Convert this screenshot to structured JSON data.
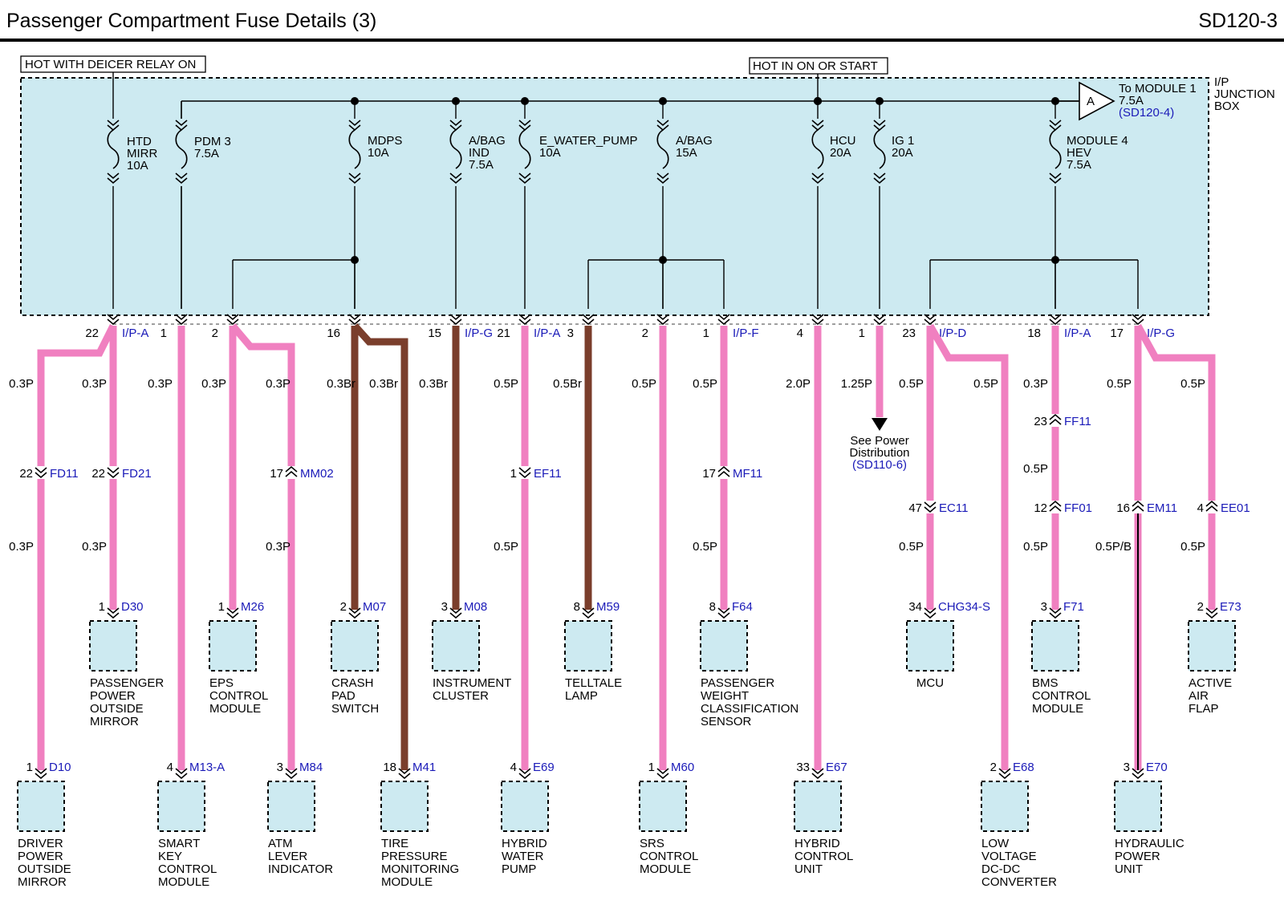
{
  "header": {
    "title": "Passenger Compartment Fuse Details (3)",
    "code": "SD120-3"
  },
  "hot_labels": {
    "deicer": "HOT WITH DEICER RELAY ON",
    "on_start": "HOT IN ON OR START"
  },
  "junction_box": {
    "lines": [
      "I/P",
      "JUNCTION",
      "BOX"
    ]
  },
  "module_ref": {
    "letter": "A",
    "lines": [
      "To MODULE 1",
      "7.5A",
      "(SD120-4)"
    ]
  },
  "colors": {
    "pink": "#f080c0",
    "brown": "#7a3e2c",
    "box": "#cdeaf1"
  },
  "fuses": [
    {
      "lines": [
        "HTD",
        "MIRR",
        "10A"
      ]
    },
    {
      "lines": [
        "PDM 3",
        "7.5A"
      ]
    },
    {
      "lines": [
        "MDPS",
        "10A"
      ]
    },
    {
      "lines": [
        "A/BAG",
        "IND",
        "7.5A"
      ]
    },
    {
      "lines": [
        "E_WATER_PUMP",
        "10A"
      ]
    },
    {
      "lines": [
        "A/BAG",
        "15A"
      ]
    },
    {
      "lines": [
        "HCU",
        "20A"
      ]
    },
    {
      "lines": [
        "IG 1",
        "20A"
      ]
    },
    {
      "lines": [
        "MODULE 4",
        "HEV",
        "7.5A"
      ]
    }
  ],
  "box_connectors": [
    {
      "pin": "22",
      "conn": "I/P-A"
    },
    {
      "pin": "1",
      "conn": ""
    },
    {
      "pin": "2",
      "conn": ""
    },
    {
      "pin": "16",
      "conn": ""
    },
    {
      "pin": "15",
      "conn": "I/P-G"
    },
    {
      "pin": "21",
      "conn": "I/P-A"
    },
    {
      "pin": "3",
      "conn": ""
    },
    {
      "pin": "2",
      "conn": ""
    },
    {
      "pin": "1",
      "conn": "I/P-F"
    },
    {
      "pin": "4",
      "conn": ""
    },
    {
      "pin": "1",
      "conn": ""
    },
    {
      "pin": "23",
      "conn": "I/P-D"
    },
    {
      "pin": "18",
      "conn": "I/P-A"
    },
    {
      "pin": "17",
      "conn": "I/P-G"
    }
  ],
  "wires": [
    "0.3P",
    "0.3P",
    "0.3P",
    "0.3P",
    "0.3P",
    "0.3Br",
    "0.3Br",
    "0.3Br",
    "0.5P",
    "0.5Br",
    "0.5P",
    "0.5P",
    "2.0P",
    "1.25P",
    "0.5P",
    "0.5P",
    "0.3P",
    "0.5P",
    "0.5P",
    "0.3P",
    "0.3P",
    "0.3P",
    "0.5P",
    "0.5P",
    "0.5P",
    "0.5P",
    "0.5P",
    "0.5P",
    "0.5P/B",
    "0.5P"
  ],
  "inline_connectors": [
    {
      "pin": "22",
      "conn": "FD11"
    },
    {
      "pin": "22",
      "conn": "FD21"
    },
    {
      "pin": "17",
      "conn": "MM02"
    },
    {
      "pin": "1",
      "conn": "EF11"
    },
    {
      "pin": "17",
      "conn": "MF11"
    },
    {
      "pin": "23",
      "conn": "FF11"
    },
    {
      "pin": "47",
      "conn": "EC11"
    },
    {
      "pin": "12",
      "conn": "FF01"
    },
    {
      "pin": "16",
      "conn": "EM11"
    },
    {
      "pin": "4",
      "conn": "EE01"
    }
  ],
  "power_dist": {
    "lines": [
      "See Power",
      "Distribution",
      "(SD110-6)"
    ]
  },
  "components": [
    {
      "pin": "1",
      "conn": "D30",
      "lines": [
        "PASSENGER",
        "POWER",
        "OUTSIDE",
        "MIRROR"
      ]
    },
    {
      "pin": "1",
      "conn": "M26",
      "lines": [
        "EPS",
        "CONTROL",
        "MODULE"
      ]
    },
    {
      "pin": "2",
      "conn": "M07",
      "lines": [
        "CRASH",
        "PAD",
        "SWITCH"
      ]
    },
    {
      "pin": "3",
      "conn": "M08",
      "lines": [
        "INSTRUMENT",
        "CLUSTER"
      ]
    },
    {
      "pin": "8",
      "conn": "M59",
      "lines": [
        "TELLTALE",
        "LAMP"
      ]
    },
    {
      "pin": "8",
      "conn": "F64",
      "lines": [
        "PASSENGER",
        "WEIGHT",
        "CLASSIFICATION",
        "SENSOR"
      ]
    },
    {
      "pin": "34",
      "conn": "CHG34-S",
      "lines": [
        "MCU"
      ]
    },
    {
      "pin": "3",
      "conn": "F71",
      "lines": [
        "BMS",
        "CONTROL",
        "MODULE"
      ]
    },
    {
      "pin": "2",
      "conn": "E73",
      "lines": [
        "ACTIVE",
        "AIR",
        "FLAP"
      ]
    },
    {
      "pin": "1",
      "conn": "D10",
      "lines": [
        "DRIVER",
        "POWER",
        "OUTSIDE",
        "MIRROR"
      ]
    },
    {
      "pin": "4",
      "conn": "M13-A",
      "lines": [
        "SMART",
        "KEY",
        "CONTROL",
        "MODULE"
      ]
    },
    {
      "pin": "3",
      "conn": "M84",
      "lines": [
        "ATM",
        "LEVER",
        "INDICATOR"
      ]
    },
    {
      "pin": "18",
      "conn": "M41",
      "lines": [
        "TIRE",
        "PRESSURE",
        "MONITORING",
        "MODULE"
      ]
    },
    {
      "pin": "4",
      "conn": "E69",
      "lines": [
        "HYBRID",
        "WATER",
        "PUMP"
      ]
    },
    {
      "pin": "1",
      "conn": "M60",
      "lines": [
        "SRS",
        "CONTROL",
        "MODULE"
      ]
    },
    {
      "pin": "33",
      "conn": "E67",
      "lines": [
        "HYBRID",
        "CONTROL",
        "UNIT"
      ]
    },
    {
      "pin": "2",
      "conn": "E68",
      "lines": [
        "LOW",
        "VOLTAGE",
        "DC-DC",
        "CONVERTER"
      ]
    },
    {
      "pin": "3",
      "conn": "E70",
      "lines": [
        "HYDRAULIC",
        "POWER",
        "UNIT"
      ]
    }
  ]
}
